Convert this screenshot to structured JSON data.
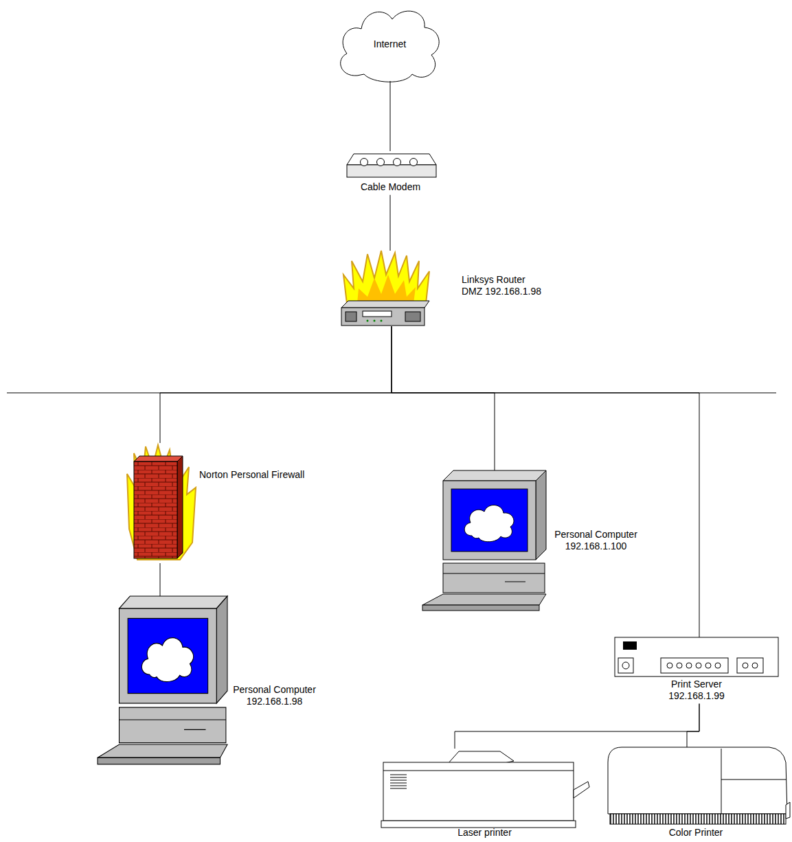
{
  "diagram": {
    "nodes": [
      {
        "text": [
          "Internet"
        ]
      },
      {
        "text": [
          "Cable Modem"
        ]
      },
      {
        "text": [
          "Linksys Router DMZ 192.168.1.98"
        ]
      },
      {
        "text": [
          "Norton Personal Firewall"
        ]
      },
      {
        "text": [
          "Personal Computer 192.168.1.100"
        ]
      },
      {
        "text": [
          "Print Server 192.168.1.99"
        ]
      },
      {
        "text": [
          "Personal Computer 192.168.1.98"
        ]
      },
      {
        "text": [
          "Laser printer"
        ]
      },
      {
        "text": [
          "Color Printer"
        ]
      }
    ],
    "edges": [
      {
        "from": 0,
        "to": 1,
        "arrow": "none"
      },
      {
        "from": 1,
        "to": 2,
        "arrow": "none"
      },
      {
        "from": 2,
        "to": 3,
        "arrow": "none"
      },
      {
        "from": 2,
        "to": 4,
        "arrow": "none"
      },
      {
        "from": 2,
        "to": 5,
        "arrow": "none"
      },
      {
        "from": 3,
        "to": 6,
        "arrow": "none"
      },
      {
        "from": 5,
        "to": 7,
        "arrow": "none"
      },
      {
        "from": 5,
        "to": 8,
        "arrow": "none"
      }
    ]
  }
}
